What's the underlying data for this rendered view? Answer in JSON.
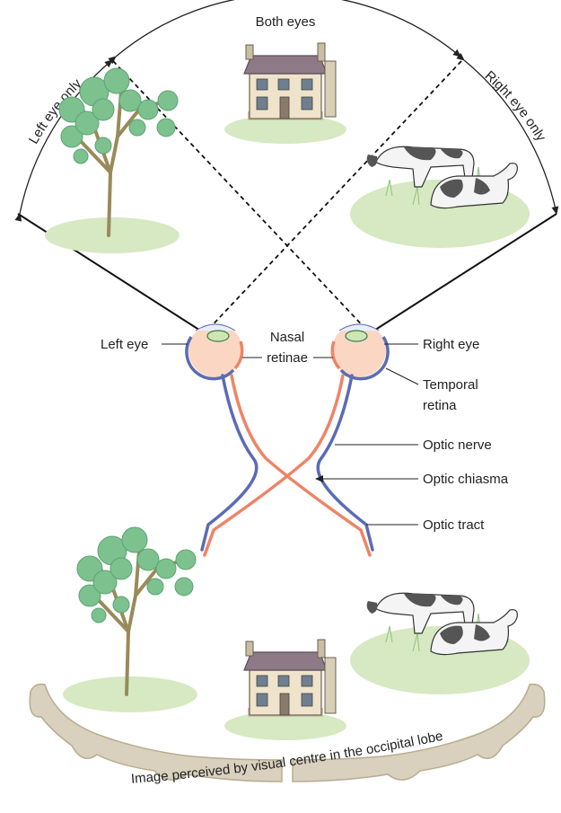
{
  "field_labels": {
    "both_eyes": "Both eyes",
    "left_eye_only": "Left eye only",
    "right_eye_only": "Right eye only"
  },
  "structure_labels": {
    "left_eye": "Left eye",
    "nasal_retinae_line1": "Nasal",
    "nasal_retinae_line2": "retinae",
    "right_eye": "Right eye",
    "temporal_retina_line1": "Temporal",
    "temporal_retina_line2": "retina",
    "optic_nerve": "Optic nerve",
    "optic_chiasma": "Optic chiasma",
    "optic_tract": "Optic tract"
  },
  "caption": "Image perceived by visual centre in the occipital lobe",
  "colors": {
    "nerve_blue": "#5b6bb5",
    "nerve_orange": "#ee8466",
    "eye_fill": "#fbd7c3",
    "lens_fill": "#cfe6b4",
    "grass": "#d6e9c2",
    "leaves": "#7dc18e",
    "trunk": "#9a8a5a",
    "lobe": "#d9d0bd",
    "lobe_edge": "#b8ab90"
  }
}
